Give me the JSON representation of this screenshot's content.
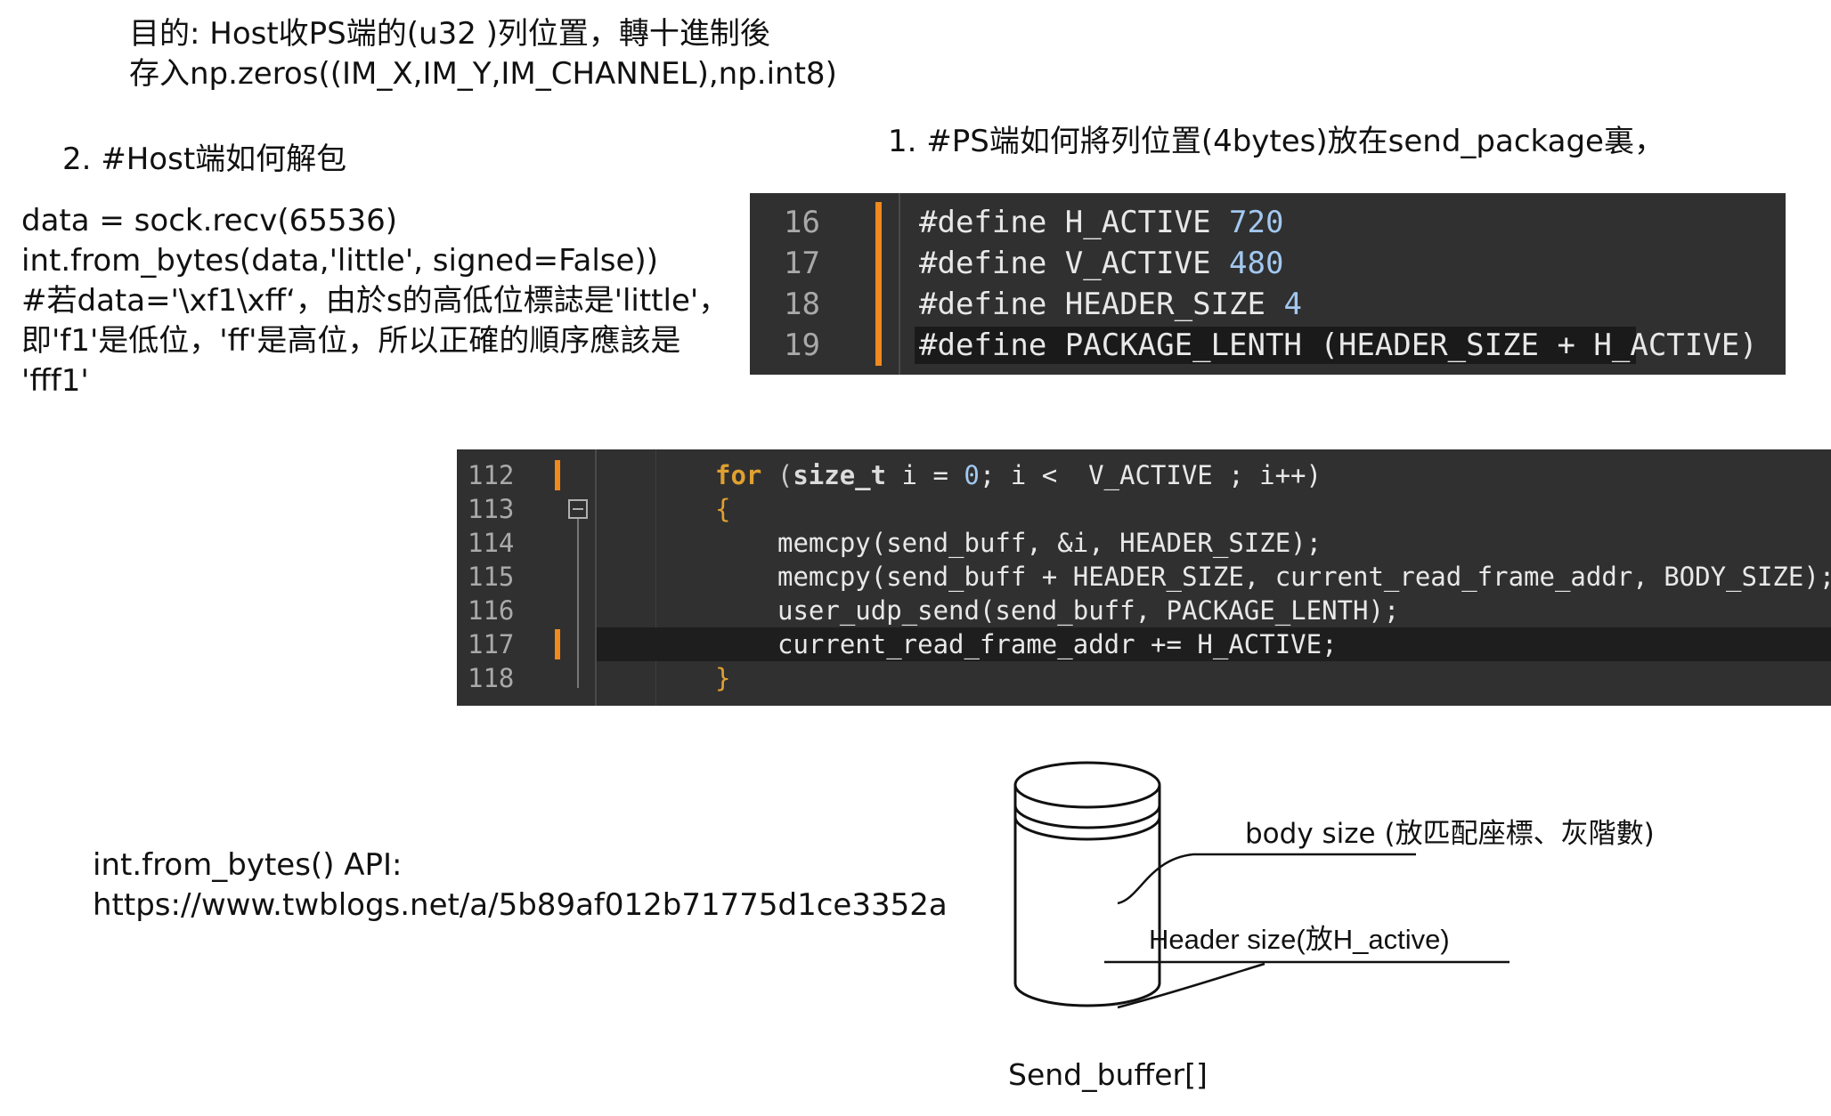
{
  "purpose": {
    "line1": "目的: Host收PS端的(u32 )列位置，轉十進制後",
    "line2": "存入np.zeros((IM_X,IM_Y,IM_CHANNEL),np.int8)"
  },
  "section2_title": "2. #Host端如何解包",
  "section1_title": "1. #PS端如何將列位置(4bytes)放在send_package裏，",
  "host_code": {
    "lines": [
      "data = sock.recv(65536)",
      "int.from_bytes(data,'little', signed=False))",
      "#若data='\\xf1\\xff‘，由於s的高低位標誌是'little'，",
      "即'f1'是低位，'ff'是高位，所以正確的順序應該是",
      "'fff1'"
    ]
  },
  "api_note": {
    "label": "int.from_bytes() API:",
    "url": "https://www.twblogs.net/a/5b89af012b71775d1ce3352a"
  },
  "code_define": {
    "rows": [
      {
        "ln": "16",
        "keyword": "#define",
        "name": "H_ACTIVE",
        "value": "720"
      },
      {
        "ln": "17",
        "keyword": "#define",
        "name": "V_ACTIVE",
        "value": "480"
      },
      {
        "ln": "18",
        "keyword": "#define",
        "name": "HEADER_SIZE",
        "value": "4"
      },
      {
        "ln": "19",
        "keyword": "#define",
        "name": "PACKAGE_LENTH",
        "value": "(HEADER_SIZE + H_ACTIVE)"
      }
    ]
  },
  "code_loop": {
    "rows": [
      {
        "ln": "112",
        "kw": "for",
        "open": " (",
        "type": "size_t",
        "rest1": " i = ",
        "zero": "0",
        "rest2": "; i <  V_ACTIVE ; i++)"
      },
      {
        "ln": "113",
        "text": "{"
      },
      {
        "ln": "114",
        "text": "memcpy(send_buff, &i, HEADER_SIZE);"
      },
      {
        "ln": "115",
        "text": "memcpy(send_buff + HEADER_SIZE, current_read_frame_addr, BODY_SIZE);"
      },
      {
        "ln": "116",
        "text": "user_udp_send(send_buff, PACKAGE_LENTH);"
      },
      {
        "ln": "117",
        "text": "current_read_frame_addr += H_ACTIVE;"
      },
      {
        "ln": "118",
        "text": "}"
      }
    ]
  },
  "diagram": {
    "body_label": "body size (放匹配座標、灰階數)",
    "header_label": "Header size(放H_active)",
    "caption": "Send_buffer[]"
  },
  "colors": {
    "code_bg": "#303030",
    "marker": "#f0891e",
    "highlight_row": "#1e1e1e"
  }
}
